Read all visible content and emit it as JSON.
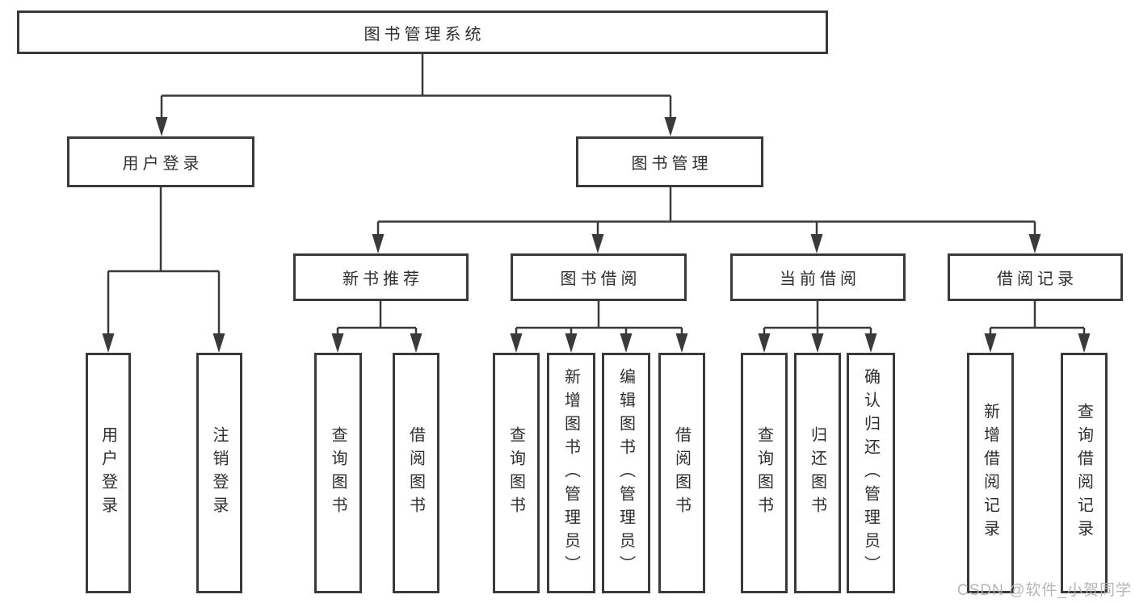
{
  "diagram": {
    "root": {
      "label": "图书管理系统"
    },
    "branches": [
      {
        "label": "用户登录",
        "children": [
          {
            "label": "用户登录"
          },
          {
            "label": "注销登录"
          }
        ]
      },
      {
        "label": "图书管理",
        "children": [
          {
            "label": "新书推荐",
            "children": [
              {
                "label": "查询图书"
              },
              {
                "label": "借阅图书"
              }
            ]
          },
          {
            "label": "图书借阅",
            "children": [
              {
                "label": "查询图书"
              },
              {
                "label": "新增图书（管理员）"
              },
              {
                "label": "编辑图书（管理员）"
              },
              {
                "label": "借阅图书"
              }
            ]
          },
          {
            "label": "当前借阅",
            "children": [
              {
                "label": "查询图书"
              },
              {
                "label": "归还图书"
              },
              {
                "label": "确认归还（管理员）"
              }
            ]
          },
          {
            "label": "借阅记录",
            "children": [
              {
                "label": "新增借阅记录"
              },
              {
                "label": "查询借阅记录"
              }
            ]
          }
        ]
      }
    ]
  },
  "watermark": {
    "text": "CSDN @软件_小贺同学"
  },
  "colors": {
    "line": "#3a3a3a",
    "box_border": "#3a3a3a",
    "text": "#2e2e2e",
    "watermark": "#b0b0b0",
    "background": "#ffffff"
  }
}
